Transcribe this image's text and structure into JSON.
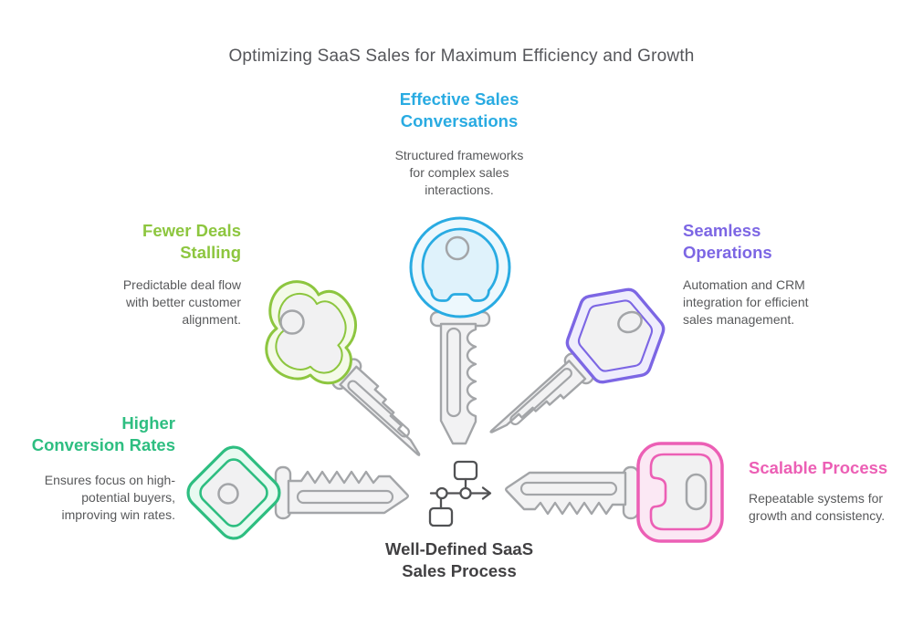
{
  "title": "Optimizing SaaS Sales for Maximum Efficiency and Growth",
  "center": {
    "label": "Well-Defined SaaS\nSales Process",
    "icon": "flowchart-process-icon"
  },
  "icons": {
    "center_icon": "flowchart-process-icon",
    "benefit_icon": "key-icon"
  },
  "palette": {
    "background": "#FFFFFF",
    "title_text": "#55565A",
    "body_text": "#58595B",
    "center_label_text": "#414042",
    "key_metal_fill": "#F2F2F3",
    "key_outline_gray": "#A3A5A8"
  },
  "benefits": [
    {
      "id": "effective-sales-conversations",
      "position": "top",
      "key_head_shape": "circle",
      "color": "#29ABE2",
      "heading": "Effective Sales\nConversations",
      "body": "Structured frameworks\nfor complex sales\ninteractions."
    },
    {
      "id": "fewer-deals-stalling",
      "position": "upper-left",
      "key_head_shape": "clover",
      "color": "#8DC63F",
      "heading": "Fewer Deals\nStalling",
      "body": "Predictable deal flow\nwith better customer\nalignment."
    },
    {
      "id": "seamless-operations",
      "position": "upper-right",
      "key_head_shape": "hexagon",
      "color": "#7C66E4",
      "heading": "Seamless\nOperations",
      "body": "Automation and CRM\nintegration for efficient\nsales management."
    },
    {
      "id": "higher-conversion-rates",
      "position": "lower-left",
      "key_head_shape": "diamond",
      "color": "#2EBE81",
      "heading": "Higher\nConversion Rates",
      "body": "Ensures focus on high-\npotential buyers,\nimproving win rates."
    },
    {
      "id": "scalable-process",
      "position": "lower-right",
      "key_head_shape": "rounded-square",
      "color": "#EC5FB5",
      "heading": "Scalable Process",
      "body": "Repeatable systems for\ngrowth and consistency."
    }
  ]
}
